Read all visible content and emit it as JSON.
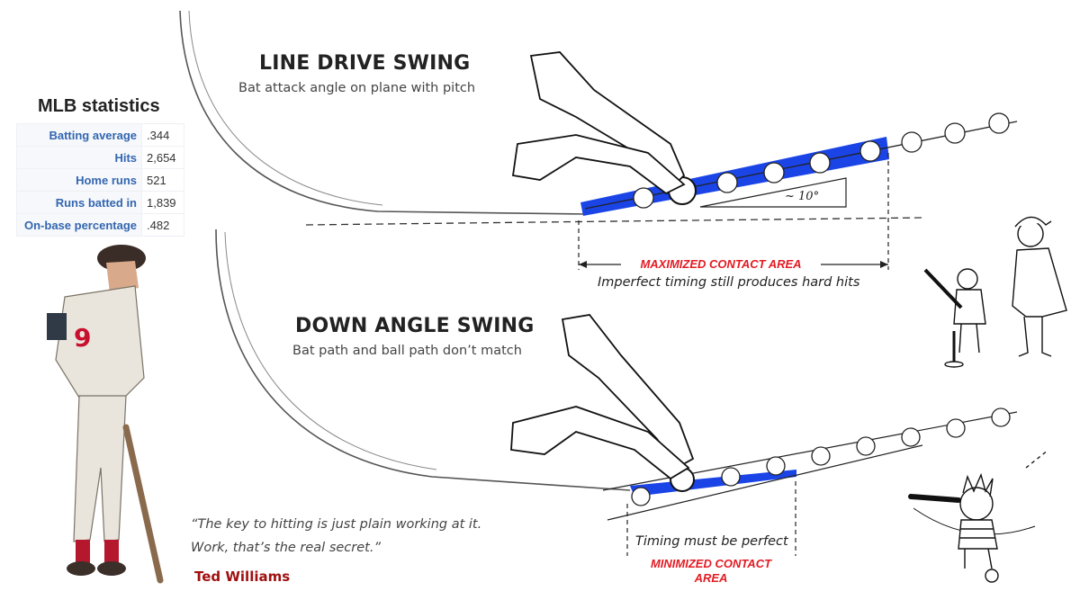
{
  "stats": {
    "title": "MLB statistics",
    "rows": [
      {
        "label": "Batting average",
        "value": ".344"
      },
      {
        "label": "Hits",
        "value": "2,654"
      },
      {
        "label": "Home runs",
        "value": "521"
      },
      {
        "label": "Runs batted in",
        "value": "1,839"
      },
      {
        "label": "On-base percentage",
        "value": ".482"
      }
    ]
  },
  "line_drive": {
    "title": "LINE DRIVE SWING",
    "subtitle": "Bat attack angle on plane with pitch",
    "angle_label": "~ 10°",
    "contact_label": "MAXIMIZED CONTACT AREA",
    "note": "Imperfect timing still produces hard hits"
  },
  "down_angle": {
    "title": "DOWN ANGLE SWING",
    "subtitle": "Bat path and ball path don’t match",
    "note": "Timing must be perfect",
    "contact_label_line1": "MINIMIZED CONTACT",
    "contact_label_line2": "AREA"
  },
  "player": {
    "jersey_number": "9"
  },
  "quote": {
    "line1": "“The key to hitting is just plain working at it.",
    "line2": "Work, that’s the real secret.”",
    "author": "Ted Williams"
  },
  "colors": {
    "bat_zone": "#1a44e6",
    "contact_label": "#e31b23",
    "author": "#a01010",
    "jersey": "#c8102e"
  }
}
